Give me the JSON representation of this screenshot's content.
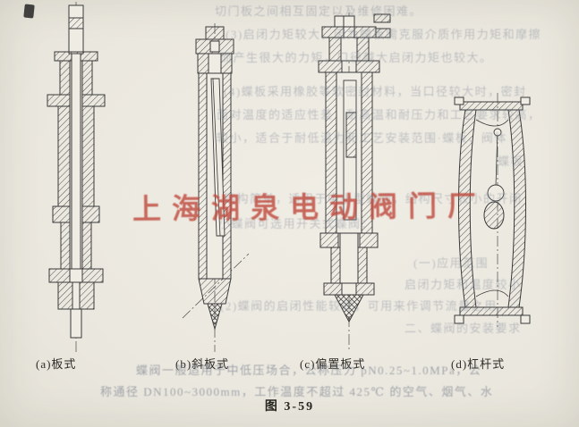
{
  "caption": "图 3-59",
  "watermark": {
    "text": "上海湖泉电动阀门厂",
    "color": "#bf4a3e"
  },
  "figures": {
    "labels": [
      "(a)板式",
      "(b)斜板式",
      "(c)偏置板式",
      "(d)杠杆式"
    ]
  },
  "bleed": {
    "lines": [
      "切门板之间相互固定以及维修困难。",
      "(3)启闭力矩较大，因为蝶板需克服介质作用力矩和摩擦",
      "而产生很大的力矩，口径越大启闭力矩也较大。",
      "(4)蝶板采用橡胶等软密封材料，当口径较大时，密封",
      "面对温度的适应性差，耐高温和耐压力和工艺要求较高，",
      "较小，适合于耐低温力和工艺安装范围·蝶板、阀体",
      "蝶板",
      "结构简单，适用于中小型蝶阀，结构尺寸较小的开闭",
      "小蝶阀可选用开关式蝶阀：",
      "(一)应用范围",
      "启闭力矩和温度较小",
      "(2)蝶阀的启闭性能较好，可用来作调节流量之用。",
      "二、蝶阀的安装要求",
      "蝶阀一般适用于中低压场合，公称压力 pN0.25~1.0MPa，公",
      "称通径 DN100~3000mm，工作温度不超过 425℃ 的空气、烟气、水"
    ]
  }
}
